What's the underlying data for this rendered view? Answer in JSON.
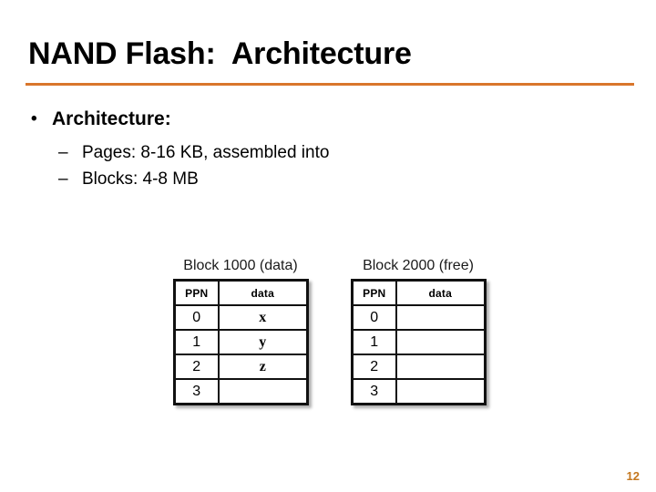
{
  "slide": {
    "title": "NAND Flash:  Architecture",
    "accent_color": "#D9762B",
    "background_color": "#ffffff",
    "page_number": "12"
  },
  "bullets": {
    "level1_marker": "•",
    "level2_marker": "–",
    "items": [
      {
        "level": 1,
        "text": "Architecture:"
      },
      {
        "level": 2,
        "text": "Pages: 8-16 KB, assembled into"
      },
      {
        "level": 2,
        "text": "Blocks: 4-8 MB"
      }
    ]
  },
  "figure": {
    "columns": [
      "PPN",
      "data"
    ],
    "blocks": [
      {
        "caption": "Block 1000 (data)",
        "rows": [
          {
            "ppn": "0",
            "data": "x"
          },
          {
            "ppn": "1",
            "data": "y"
          },
          {
            "ppn": "2",
            "data": "z"
          },
          {
            "ppn": "3",
            "data": ""
          }
        ]
      },
      {
        "caption": "Block 2000 (free)",
        "rows": [
          {
            "ppn": "0",
            "data": ""
          },
          {
            "ppn": "1",
            "data": ""
          },
          {
            "ppn": "2",
            "data": ""
          },
          {
            "ppn": "3",
            "data": ""
          }
        ]
      }
    ]
  }
}
